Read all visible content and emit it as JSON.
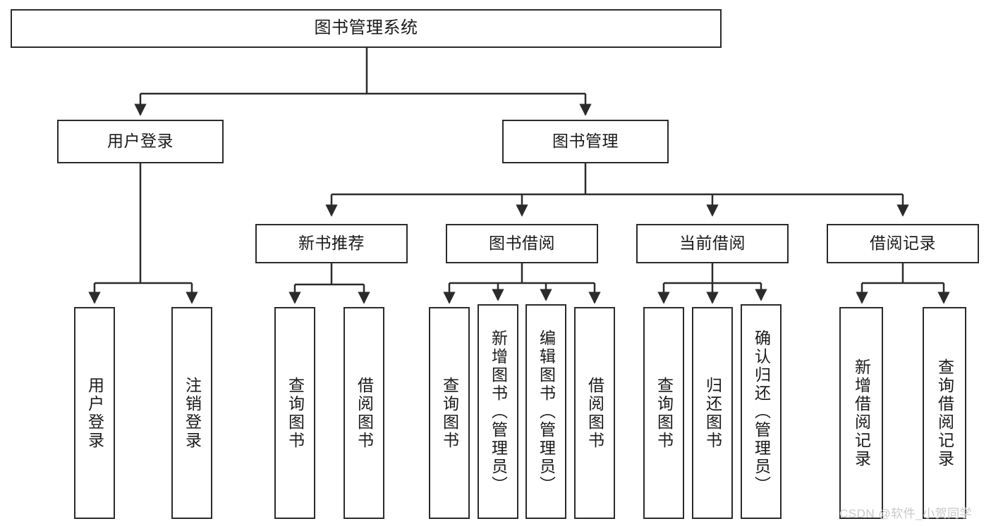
{
  "diagram": {
    "title": "图书管理系统",
    "type": "tree-hierarchy-chart",
    "colors": {
      "box_border": "#2b2b2b",
      "box_fill": "#ffffff",
      "edge": "#2b2b2b",
      "text": "#1a1a1a",
      "watermark": "#c8c8c8",
      "background": "#ffffff"
    },
    "nodes": {
      "root": {
        "label": "图书管理系统"
      },
      "level2": [
        {
          "label": "用户登录"
        },
        {
          "label": "图书管理"
        }
      ],
      "level3": [
        {
          "label": "新书推荐"
        },
        {
          "label": "图书借阅"
        },
        {
          "label": "当前借阅"
        },
        {
          "label": "借阅记录"
        }
      ],
      "leaves_user_login": [
        {
          "label": "用户登录"
        },
        {
          "label": "注销登录"
        }
      ],
      "leaves_new_book": [
        {
          "label": "查询图书"
        },
        {
          "label": "借阅图书"
        }
      ],
      "leaves_borrow": [
        {
          "label": "查询图书"
        },
        {
          "label": "新增图书（管理员）"
        },
        {
          "label": "编辑图书（管理员）"
        },
        {
          "label": "借阅图书"
        }
      ],
      "leaves_current": [
        {
          "label": "查询图书"
        },
        {
          "label": "归还图书"
        },
        {
          "label": "确认归还（管理员）"
        }
      ],
      "leaves_records": [
        {
          "label": "新增借阅记录"
        },
        {
          "label": "查询借阅记录"
        }
      ]
    },
    "watermark": "CSDN @软件_小贺同学"
  }
}
